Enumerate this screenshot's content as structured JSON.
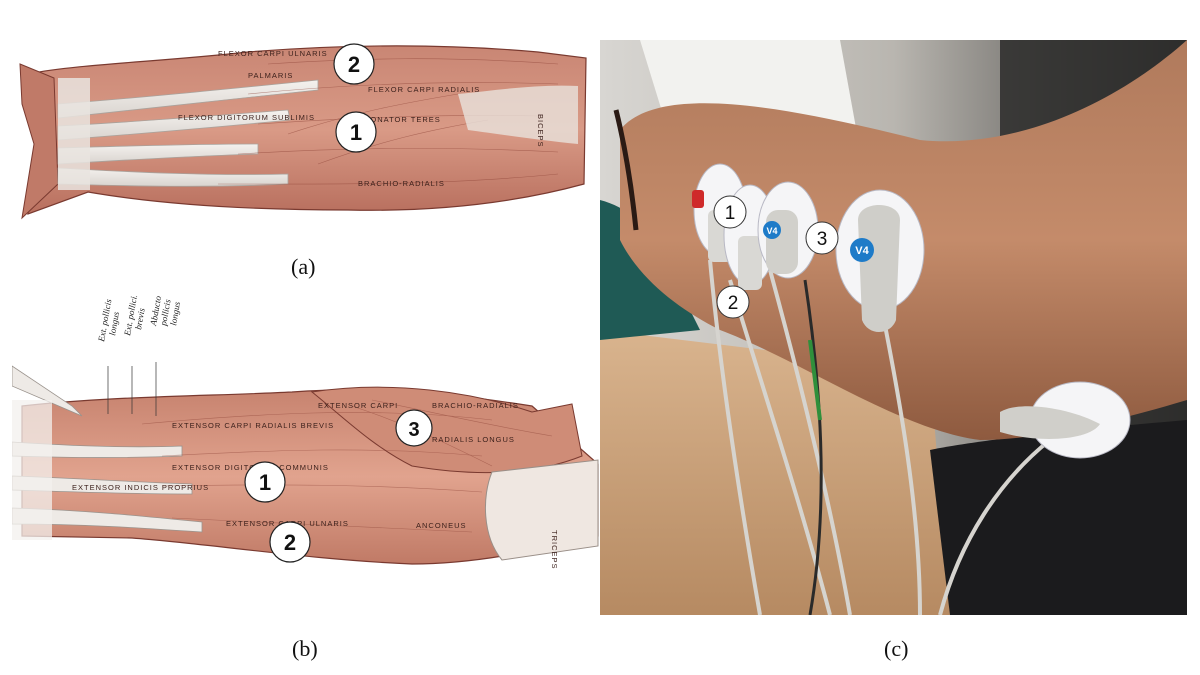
{
  "figure": {
    "caption_a": "(a)",
    "caption_b": "(b)",
    "caption_c": "(c)"
  },
  "panel_a": {
    "muscle_labels": {
      "flexor_carpi_ulnaris": "FLEXOR CARPI ULNARIS",
      "palmaris": "PALMARIS",
      "flexor_carpi_radialis": "FLEXOR CARPI RADIALIS",
      "flexor_digitorum": "FLEXOR DIGITORUM SUBLIMIS",
      "pronator_teres": "PRONATOR TERES",
      "biceps": "BICEPS",
      "brachio_radialis": "BRACHIO-RADIALIS"
    },
    "markers": [
      "2",
      "1"
    ]
  },
  "panel_b": {
    "muscle_labels": {
      "brachio_radialis": "BRACHIO-RADIALIS",
      "extensor_carpi_radialis_longus_a": "EXTENSOR CARPI",
      "extensor_carpi_radialis_longus_b": "RADIALIS LONGUS",
      "extensor_carpi_radialis_brevis": "EXTENSOR CARPI RADIALIS BREVIS",
      "extensor_digitorum_communis": "EXTENSOR DIGITORUM COMMUNIS",
      "extensor_indicis": "EXTENSOR INDICIS PROPRIUS",
      "extensor_carpi_ulnaris": "EXTENSOR CARPI ULNARIS",
      "anconeus": "ANCONEUS",
      "triceps": "TRICEPS"
    },
    "italic_labels": {
      "ext_pollicis_longus_1": "Ext. pollicis",
      "ext_pollicis_longus_2": "longus",
      "ext_pollicis_brevis_1": "Ext. pollicis",
      "ext_pollicis_brevis_2": "brevis",
      "abductor_1": "Abductor",
      "abductor_2": "pollicis",
      "abductor_3": "longus"
    },
    "markers": [
      "3",
      "1",
      "2"
    ]
  },
  "panel_c": {
    "electrode_numbers": [
      "1",
      "2",
      "3"
    ],
    "lead_labels": [
      "V4",
      "V4"
    ]
  }
}
